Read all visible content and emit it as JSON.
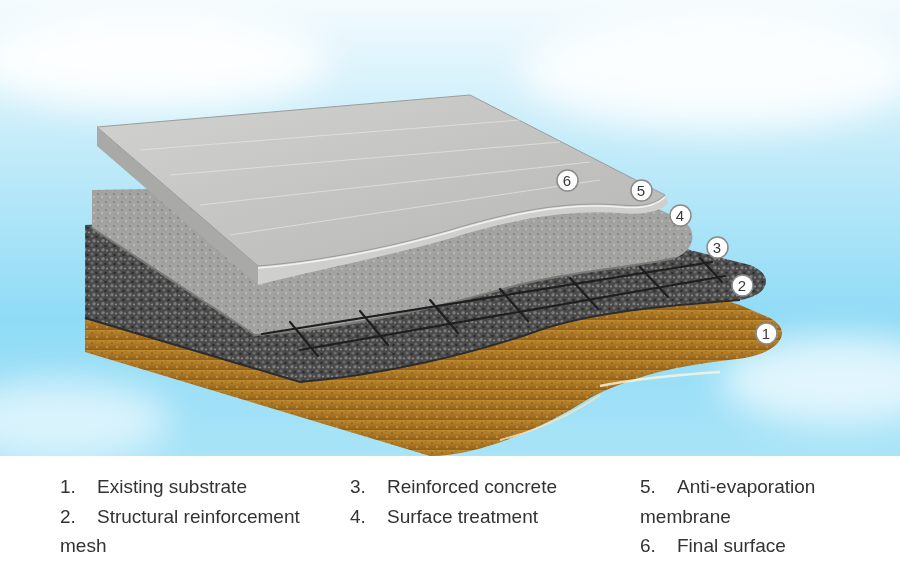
{
  "diagram": {
    "nodes": [
      {
        "text": [
          "6"
        ]
      },
      {
        "text": [
          "5"
        ]
      },
      {
        "text": [
          "4"
        ]
      },
      {
        "text": [
          "3"
        ]
      },
      {
        "text": [
          "2"
        ]
      },
      {
        "text": [
          "1"
        ]
      }
    ],
    "labels": [
      "1.",
      "Existing substrate",
      "2.",
      "Structural reinforcement mesh",
      "3.",
      "Reinforced concrete",
      "4.",
      "Surface treatment",
      "5.",
      "Anti-evaporation membrane",
      "6.",
      "Final surface"
    ]
  }
}
